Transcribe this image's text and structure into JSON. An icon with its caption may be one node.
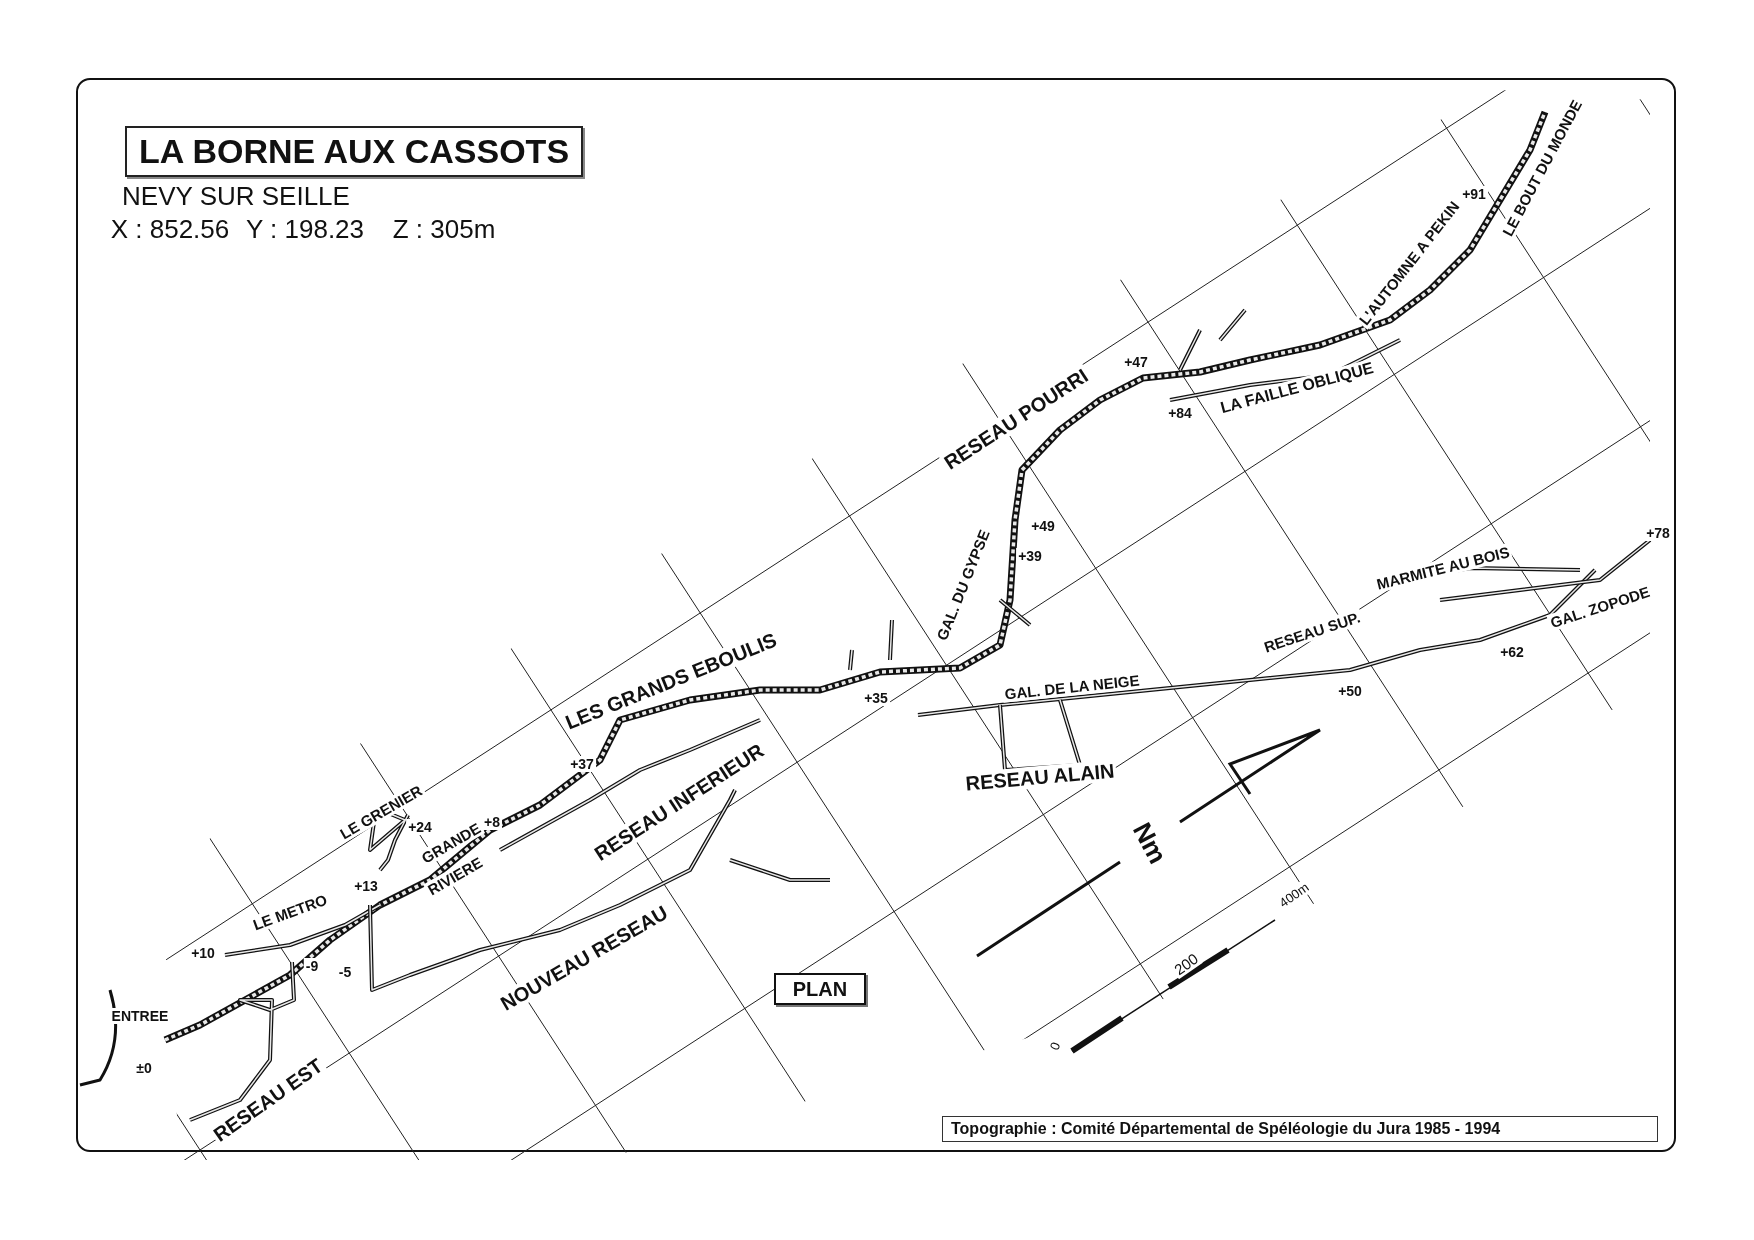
{
  "diagram": {
    "title": "LA BORNE AUX CASSOTS",
    "nodes": [
      {
        "text": [
          "PLAN"
        ]
      },
      {
        "text": [
          "Topographie : Comité Départemental de Spéléologie du Jura  1985 - 1994"
        ]
      }
    ],
    "labels": [
      "NEVY SUR SEILLE",
      "X : 852.56",
      "Y : 198.23",
      "Z : 305m",
      "LE BOUT DU MONDE",
      "+91",
      "L'AUTOMNE A PEKIN",
      "+47",
      "LA FAILLE OBLIQUE",
      "+84",
      "RESEAU POURRI",
      "+49",
      "+39",
      "+78",
      "MARMITE AU BOIS",
      "GAL. ZOPODE",
      "GAL. DU GYPSE",
      "RESEAU SUP.",
      "+62",
      "LES GRANDS EBOULIS",
      "GAL. DE LA NEIGE",
      "+35",
      "+50",
      "+37",
      "RESEAU ALAIN",
      "RESEAU INFERIEUR",
      "LE GRENIER",
      "+24",
      "+8",
      "GRANDE",
      "Nm",
      "+13",
      "RIVIERE",
      "LE METRO",
      "400m",
      "+10",
      "-9",
      "-5",
      "NOUVEAU RESEAU",
      "200",
      "ENTREE",
      "0",
      "±0",
      "RESEAU EST"
    ]
  }
}
